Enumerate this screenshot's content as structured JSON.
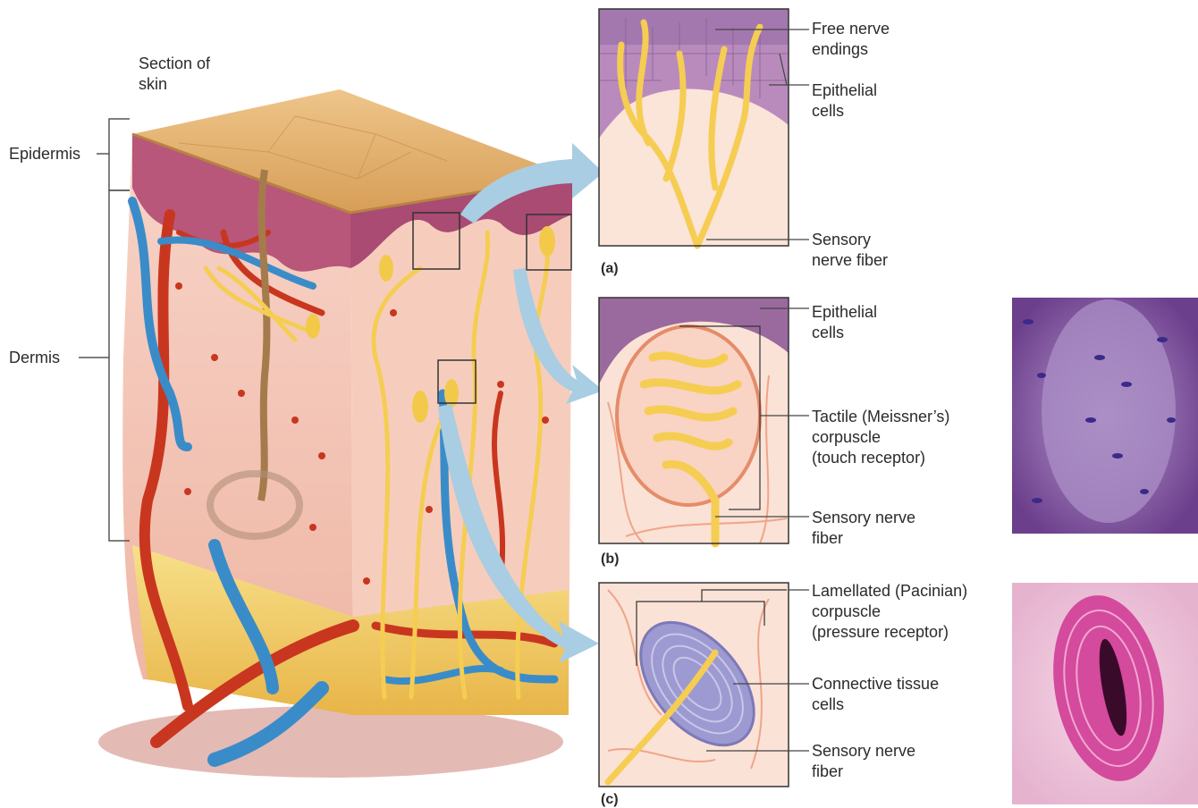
{
  "skin_block": {
    "section_title": "Section of\nskin",
    "epidermis_label": "Epidermis",
    "dermis_label": "Dermis"
  },
  "panel_a": {
    "tag": "(a)",
    "free_nerve_endings": "Free nerve\nendings",
    "epithelial_cells": "Epithelial\ncells",
    "sensory_nerve_fiber": "Sensory\nnerve fiber"
  },
  "panel_b": {
    "tag": "(b)",
    "epithelial_cells": "Epithelial\ncells",
    "tactile_corpuscle": "Tactile (Meissner’s)\ncorpuscle\n(touch receptor)",
    "sensory_nerve_fiber": "Sensory nerve\nfiber"
  },
  "panel_c": {
    "tag": "(c)",
    "lamellated_corpuscle": "Lamellated (Pacinian)\ncorpuscle\n(pressure receptor)",
    "connective_tissue": "Connective tissue\ncells",
    "sensory_nerve_fiber": "Sensory nerve\nfiber"
  },
  "colors": {
    "epidermis_top": "#e2b26b",
    "epidermis_layer": "#b8577a",
    "dermis": "#f4c9bb",
    "fat": "#f2d26a",
    "artery": "#c9361f",
    "vein": "#3a8cc9",
    "nerve": "#f5cd52",
    "arrow": "#a9cde2",
    "histology_b": "#7a4e98",
    "histology_c": "#c8409a"
  }
}
